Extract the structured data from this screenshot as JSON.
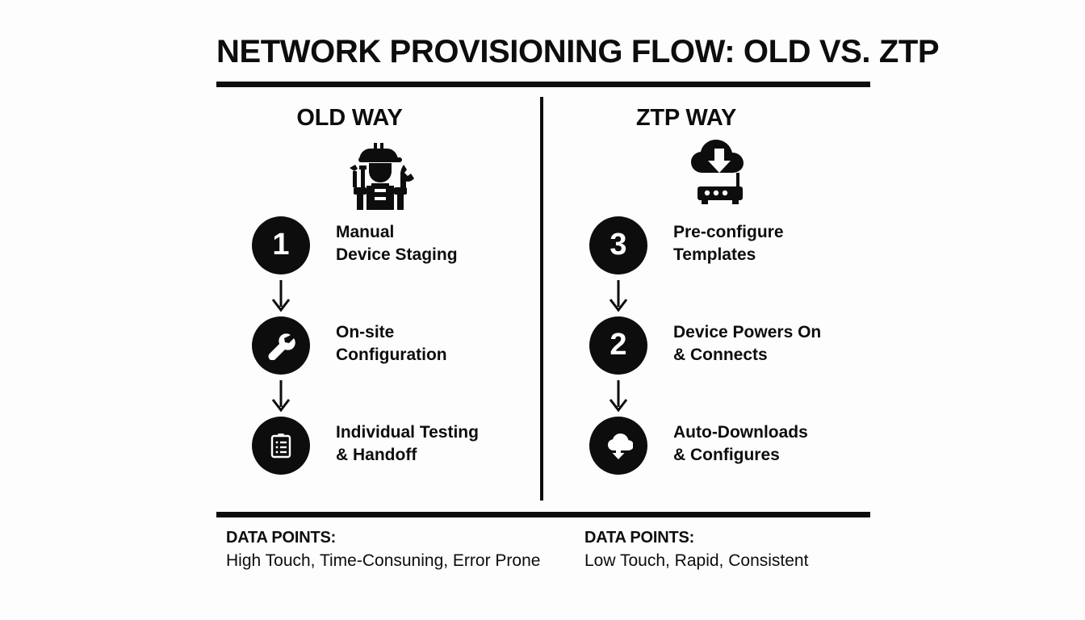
{
  "title": "NETWORK PROVISIONING FLOW: OLD VS. ZTP",
  "columns": [
    {
      "heading": "OLD WAY",
      "hero_icon": "construction-worker-icon",
      "steps": [
        {
          "badge_type": "number",
          "badge_value": "1",
          "icon": "",
          "label_line1": "Manual",
          "label_line2": "Device Staging"
        },
        {
          "badge_type": "icon",
          "badge_value": "",
          "icon": "wrench-icon",
          "label_line1": "On-site",
          "label_line2": "Configuration"
        },
        {
          "badge_type": "icon",
          "badge_value": "",
          "icon": "clipboard-checklist-icon",
          "label_line1": "Individual Testing",
          "label_line2": "& Handoff"
        }
      ],
      "footer": {
        "title": "DATA POINTS:",
        "text": "High Touch, Time-Consuning, Error Prone"
      }
    },
    {
      "heading": "ZTP WAY",
      "hero_icon": "cloud-download-router-icon",
      "steps": [
        {
          "badge_type": "number",
          "badge_value": "3",
          "icon": "",
          "label_line1": "Pre-configure",
          "label_line2": "Templates"
        },
        {
          "badge_type": "number",
          "badge_value": "2",
          "icon": "",
          "label_line1": "Device Powers On",
          "label_line2": "& Connects"
        },
        {
          "badge_type": "icon",
          "badge_value": "",
          "icon": "cloud-download-icon",
          "label_line1": "Auto-Downloads",
          "label_line2": "& Configures"
        }
      ],
      "footer": {
        "title": "DATA POINTS:",
        "text": "Low Touch, Rapid, Consistent"
      }
    }
  ],
  "arrow_glyph": "downward-arrow-icon",
  "colors": {
    "background": "#fdfdfd",
    "foreground": "#0d0d0d",
    "badge_text": "#ffffff"
  }
}
